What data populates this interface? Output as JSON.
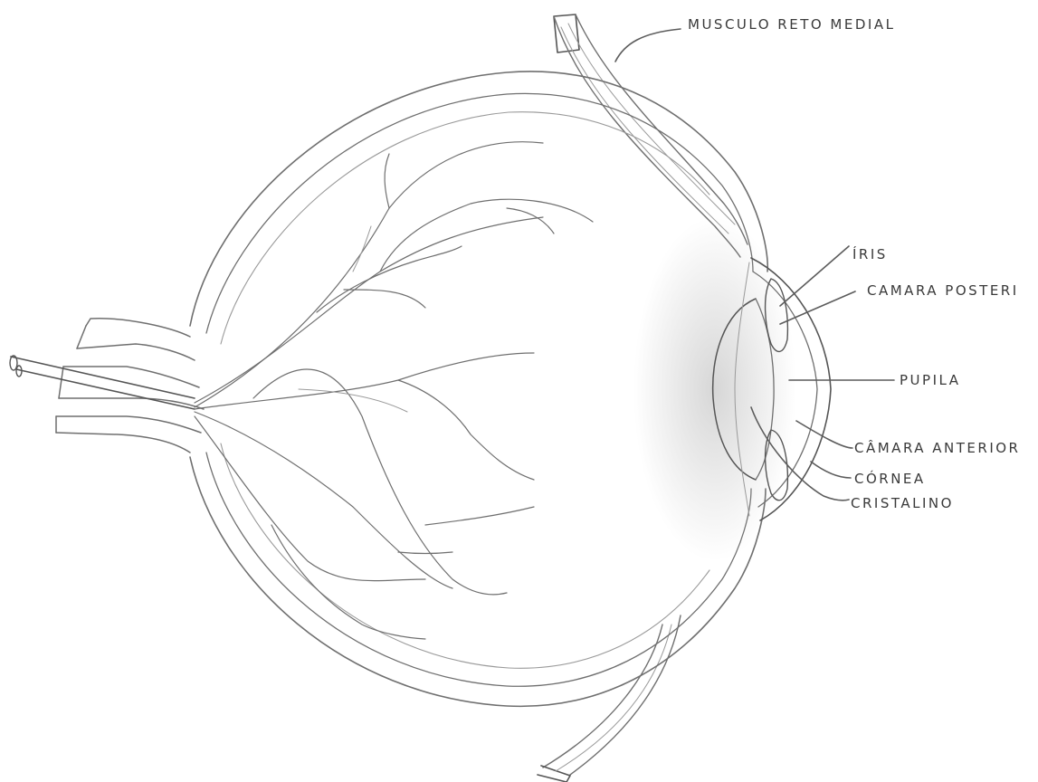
{
  "labels": {
    "musculo_reto_medial": "MUSCULO RETO MEDIAL",
    "iris": "ÍRIS",
    "camara_posterior": "CAMARA POSTERI",
    "pupila": "PUPILA",
    "camara_anterior": "CÂMARA ANTERIOR",
    "cornea": "CÓRNEA",
    "cristalino": "CRISTALINO"
  },
  "colors": {
    "pencil": "#6f6f6f",
    "shading": "#b5b5b5",
    "paper": "#ffffff"
  }
}
